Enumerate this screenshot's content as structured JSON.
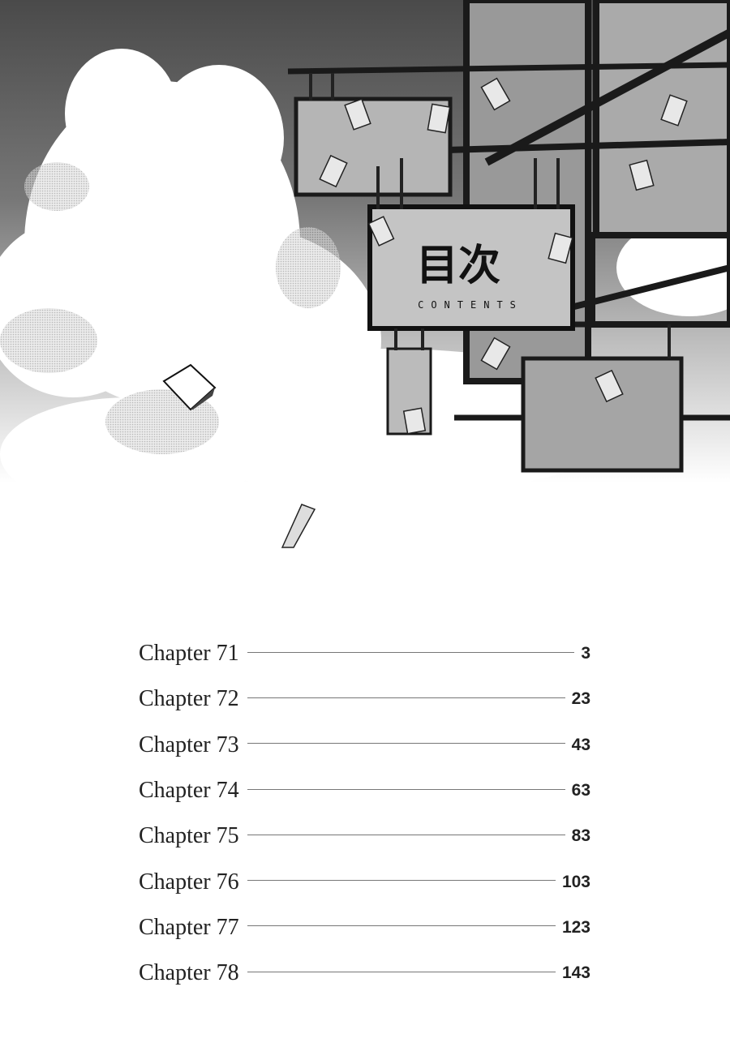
{
  "illustration": {
    "sign_title_jp": "目次",
    "sign_subtitle": "CONTENTS"
  },
  "toc": [
    {
      "label": "Chapter 71",
      "page": "3"
    },
    {
      "label": "Chapter 72",
      "page": "23"
    },
    {
      "label": "Chapter 73",
      "page": "43"
    },
    {
      "label": "Chapter 74",
      "page": "63"
    },
    {
      "label": "Chapter 75",
      "page": "83"
    },
    {
      "label": "Chapter 76",
      "page": "103"
    },
    {
      "label": "Chapter 77",
      "page": "123"
    },
    {
      "label": "Chapter 78",
      "page": "143"
    }
  ]
}
